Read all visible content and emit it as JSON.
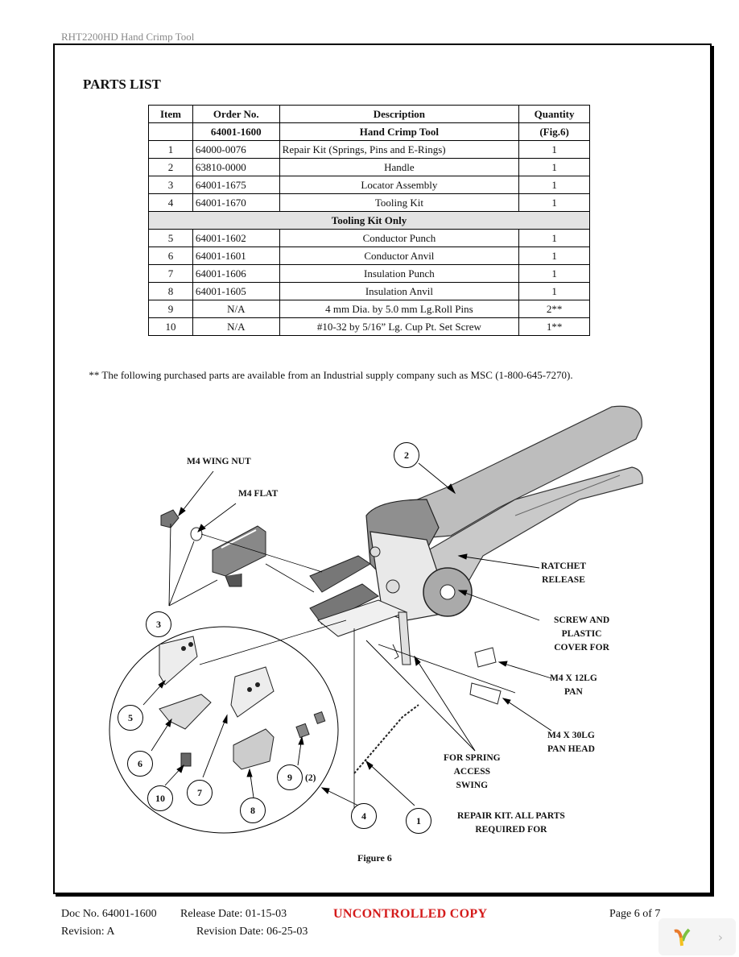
{
  "header": {
    "doc_title": "RHT2200HD Hand Crimp Tool"
  },
  "parts_list": {
    "title": "PARTS LIST",
    "columns": {
      "item": "Item",
      "order_no": "Order No.",
      "description": "Description",
      "quantity": "Quantity"
    },
    "main_row": {
      "order_no": "64001-1600",
      "description": "Hand Crimp Tool",
      "quantity": "(Fig.6)"
    },
    "rows": [
      {
        "item": "1",
        "order_no": "64000-0076",
        "description": "Repair Kit (Springs, Pins and E-Rings)",
        "quantity": "1"
      },
      {
        "item": "2",
        "order_no": "63810-0000",
        "description": "Handle",
        "quantity": "1"
      },
      {
        "item": "3",
        "order_no": "64001-1675",
        "description": "Locator Assembly",
        "quantity": "1"
      },
      {
        "item": "4",
        "order_no": "64001-1670",
        "description": "Tooling Kit",
        "quantity": "1"
      }
    ],
    "section_label": "Tooling Kit Only",
    "kit_rows": [
      {
        "item": "5",
        "order_no": "64001-1602",
        "description": "Conductor Punch",
        "quantity": "1"
      },
      {
        "item": "6",
        "order_no": "64001-1601",
        "description": "Conductor Anvil",
        "quantity": "1"
      },
      {
        "item": "7",
        "order_no": "64001-1606",
        "description": "Insulation Punch",
        "quantity": "1"
      },
      {
        "item": "8",
        "order_no": "64001-1605",
        "description": "Insulation Anvil",
        "quantity": "1"
      },
      {
        "item": "9",
        "order_no": "N/A",
        "description": "4 mm Dia. by 5.0 mm Lg.Roll Pins",
        "quantity": "2**"
      },
      {
        "item": "10",
        "order_no": "N/A",
        "description": "#10-32 by 5/16” Lg. Cup Pt. Set Screw",
        "quantity": "1**"
      }
    ]
  },
  "note": "** The following purchased parts are available from an Industrial supply company such as MSC (1-800-645-7270).",
  "figure": {
    "labels": {
      "wing_nut": "M4 WING NUT",
      "flat": "M4 FLAT",
      "ratchet": [
        "RATCHET",
        "RELEASE"
      ],
      "screw_cover": [
        "SCREW AND",
        "PLASTIC",
        "COVER FOR"
      ],
      "m4x12": [
        "M4 X 12LG",
        "PAN"
      ],
      "m4x30": [
        "M4 X 30LG",
        "PAN HEAD"
      ],
      "spring": [
        "FOR SPRING",
        "ACCESS",
        "SWING"
      ],
      "repair": [
        "REPAIR KIT. ALL PARTS",
        "REQUIRED FOR"
      ],
      "qty_9": "(2)"
    },
    "callouts": [
      "1",
      "2",
      "3",
      "4",
      "5",
      "6",
      "7",
      "8",
      "9",
      "10"
    ],
    "caption": "Figure 6"
  },
  "footer": {
    "doc_no": "Doc No.  64001-1600",
    "release_date": "Release Date: 01-15-03",
    "uncontrolled": "UNCONTROLLED COPY",
    "page": "Page 6 of 7",
    "revision": "Revision: A",
    "revision_date": "Revision Date: 06-25-03"
  }
}
